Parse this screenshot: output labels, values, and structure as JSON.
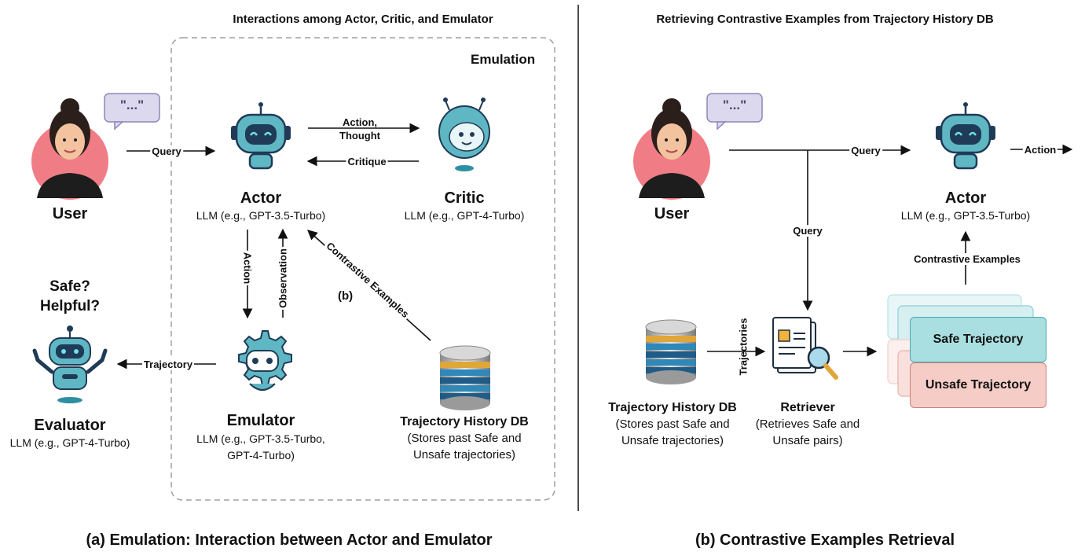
{
  "left_panel": {
    "title": "Interactions among Actor, Critic, and Emulator",
    "emulation_label": "Emulation",
    "user": {
      "name": "User",
      "speech": "\"...\""
    },
    "actor": {
      "name": "Actor",
      "model": "LLM (e.g., GPT-3.5-Turbo)"
    },
    "critic": {
      "name": "Critic",
      "model": "LLM (e.g., GPT-4-Turbo)"
    },
    "emulator": {
      "name": "Emulator",
      "model_line1": "LLM (e.g., GPT-3.5-Turbo,",
      "model_line2": "GPT-4-Turbo)"
    },
    "evaluator": {
      "name": "Evaluator",
      "model": "LLM (e.g., GPT-4-Turbo)",
      "question_line1": "Safe?",
      "question_line2": "Helpful?"
    },
    "db": {
      "name": "Trajectory History DB",
      "desc_line1": "(Stores past Safe and",
      "desc_line2": "Unsafe trajectories)"
    },
    "edges": {
      "query": "Query",
      "action_thought_1": "Action,",
      "action_thought_2": "Thought",
      "critique": "Critique",
      "action": "Action",
      "observation": "Observation",
      "trajectory": "Trajectory",
      "contrastive": "Contrastive Examples",
      "b_marker": "(b)"
    },
    "caption": "(a) Emulation: Interaction between Actor and Emulator"
  },
  "right_panel": {
    "title": "Retrieving Contrastive Examples from Trajectory History DB",
    "user": {
      "name": "User",
      "speech": "\"...\""
    },
    "actor": {
      "name": "Actor",
      "model": "LLM (e.g., GPT-3.5-Turbo)"
    },
    "db": {
      "name": "Trajectory History DB",
      "desc_line1": "(Stores past Safe and",
      "desc_line2": "Unsafe trajectories)"
    },
    "retriever": {
      "name": "Retriever",
      "desc_line1": "(Retrieves Safe and",
      "desc_line2": "Unsafe pairs)"
    },
    "cards": {
      "safe": "Safe Trajectory",
      "unsafe": "Unsafe Trajectory"
    },
    "edges": {
      "query_top": "Query",
      "query_down": "Query",
      "action": "Action",
      "trajectories": "Trajectories",
      "contrastive": "Contrastive Examples"
    },
    "caption": "(b) Contrastive Examples Retrieval"
  },
  "colors": {
    "robot_teal": "#5fb7c4",
    "robot_dark": "#1f3b57",
    "user_circle": "#f07d85",
    "speech_bubble": "#dcd9ef",
    "safe_card": "#a9dfe1",
    "unsafe_card": "#f5cdc6",
    "dashed_border": "#a0a0a0"
  },
  "icons": [
    "user-icon",
    "speech-bubble-icon",
    "actor-robot-icon",
    "critic-robot-icon",
    "emulator-gear-robot-icon",
    "evaluator-robot-icon",
    "database-icon",
    "retriever-document-icon"
  ]
}
